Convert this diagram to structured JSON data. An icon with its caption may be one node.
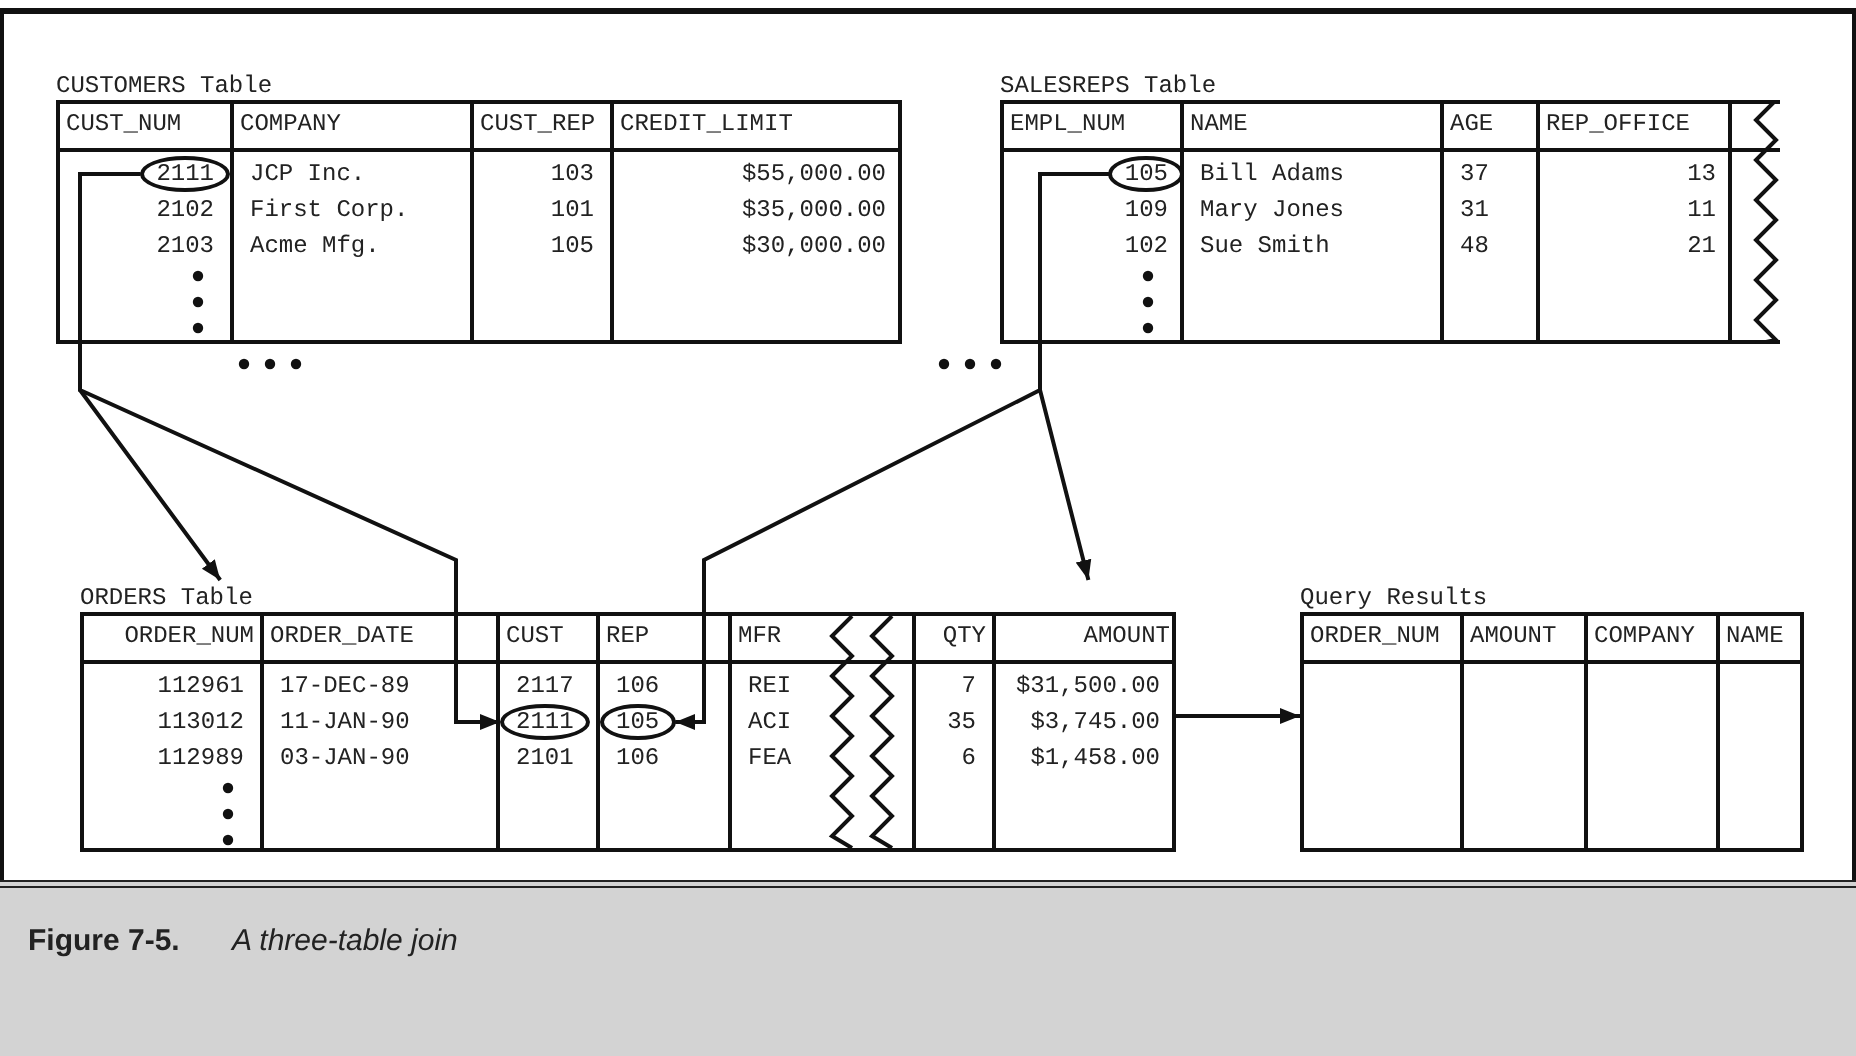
{
  "diagram": {
    "caption": "**Figure 7-5.** *A three-table join*",
    "nodes": [
      {
        "text": [
          "CUSTOMERS Table"
        ]
      },
      {
        "text": [
          "2111"
        ],
        "in": 0
      },
      {
        "text": [
          "SALESREPS Table"
        ]
      },
      {
        "text": [
          "105"
        ],
        "in": 2
      },
      {
        "text": [
          "ORDERS Table"
        ]
      },
      {
        "text": [
          "2111"
        ],
        "in": 4
      },
      {
        "text": [
          "105"
        ],
        "in": 4
      },
      {
        "text": [
          "Query Results"
        ]
      }
    ],
    "edges": [
      {
        "from": 1,
        "to": 4,
        "arrow": "to"
      },
      {
        "from": 1,
        "to": 5,
        "arrow": "to"
      },
      {
        "from": 3,
        "to": 6,
        "arrow": "to"
      },
      {
        "from": 3,
        "to": 4,
        "arrow": "to"
      },
      {
        "from": 4,
        "to": 7,
        "arrow": "to"
      }
    ],
    "labels": [
      "CUST_NUM",
      "COMPANY",
      "CUST_REP",
      "CREDIT_LIMIT",
      "JCP Inc.",
      "103",
      "$55,000.00",
      "2102",
      "First Corp.",
      "101",
      "$35,000.00",
      "2103",
      "Acme Mfg.",
      "105",
      "$30,000.00",
      "EMPL_NUM",
      "NAME",
      "AGE",
      "REP_OFFICE",
      "Bill Adams",
      "37",
      "13",
      "109",
      "Mary Jones",
      "31",
      "11",
      "102",
      "Sue Smith",
      "48",
      "21",
      "ORDER_NUM",
      "ORDER_DATE",
      "CUST",
      "REP",
      "MFR",
      "QTY",
      "AMOUNT",
      "112961",
      "17-DEC-89",
      "2117",
      "106",
      "REI",
      "7",
      "$31,500.00",
      "113012",
      "11-JAN-90",
      "ACI",
      "35",
      "$3,745.00",
      "112989",
      "03-JAN-90",
      "2101",
      "106",
      "FEA",
      "6",
      "$1,458.00",
      "ORDER_NUM",
      "AMOUNT",
      "COMPANY",
      "NAME"
    ]
  }
}
